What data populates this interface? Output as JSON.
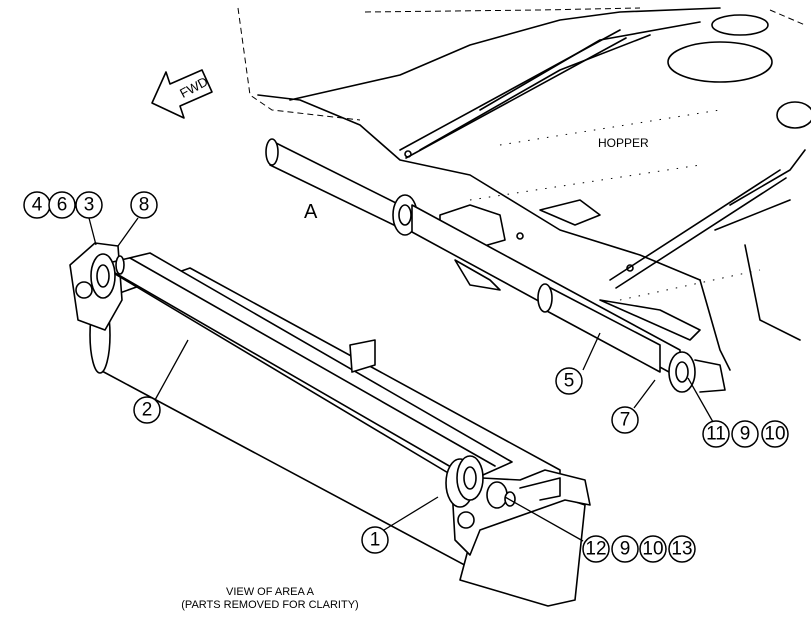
{
  "labels": {
    "hopper": "HOPPER",
    "area": "A",
    "fwd": "FWD",
    "caption_line1": "VIEW OF AREA A",
    "caption_line2": "(PARTS REMOVED FOR CLARITY)"
  },
  "callouts": {
    "c4": "4",
    "c6": "6",
    "c3": "3",
    "c8": "8",
    "c2": "2",
    "c5": "5",
    "c7": "7",
    "c11": "11",
    "c9a": "9",
    "c10a": "10",
    "c1": "1",
    "c12": "12",
    "c9b": "9",
    "c10b": "10",
    "c13": "13"
  }
}
